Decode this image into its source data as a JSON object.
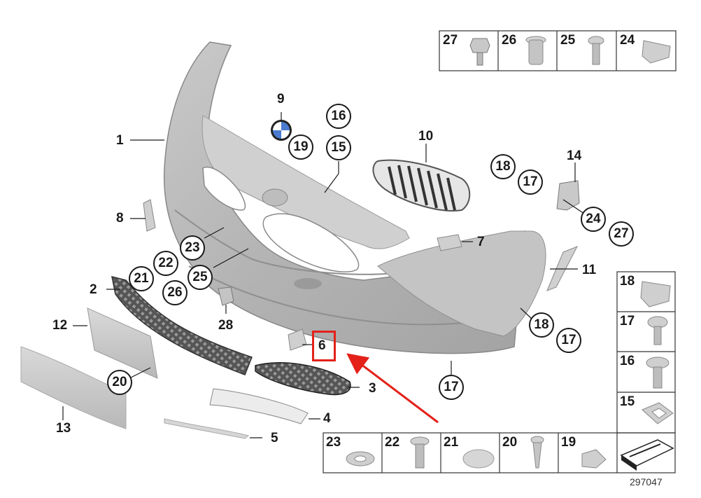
{
  "callouts": {
    "c1": "1",
    "c2": "2",
    "c3": "3",
    "c4": "4",
    "c5": "5",
    "c6": "6",
    "c7": "7",
    "c8": "8",
    "c9": "9",
    "c10": "10",
    "c11": "11",
    "c12": "12",
    "c13": "13",
    "c14": "14",
    "c17": "17",
    "c28": "28"
  },
  "circled": {
    "b16": "16",
    "b15": "15",
    "b19": "19",
    "b18a": "18",
    "b17a": "17",
    "b24": "24",
    "b27": "27",
    "b23": "23",
    "b22": "22",
    "b21": "21",
    "b25": "25",
    "b26": "26",
    "b18b": "18",
    "b17b": "17",
    "b20": "20",
    "b17c": "17"
  },
  "top_table": [
    "27",
    "26",
    "25",
    "24"
  ],
  "right_table": [
    "18",
    "17",
    "16",
    "15"
  ],
  "bottom_table": [
    "23",
    "22",
    "21",
    "20",
    "19"
  ],
  "reference_number": "297047",
  "highlight_color": "#e32119",
  "icons": [
    "bumper-cover",
    "kidney-grille",
    "lower-grille",
    "emblem",
    "bolt",
    "screw",
    "nut",
    "clip",
    "rivet",
    "arrow"
  ]
}
